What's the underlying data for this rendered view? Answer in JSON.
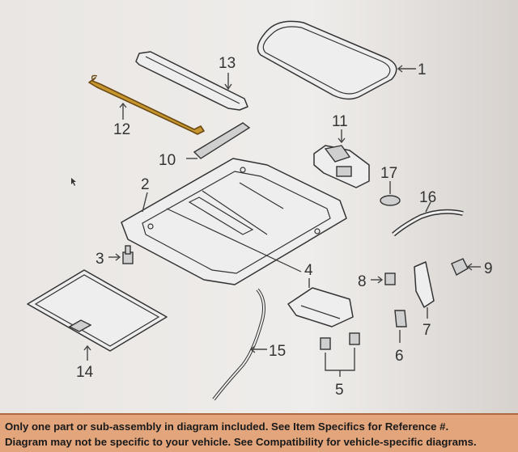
{
  "diagram": {
    "callouts": [
      {
        "id": "1",
        "label": "1"
      },
      {
        "id": "2",
        "label": "2"
      },
      {
        "id": "3",
        "label": "3"
      },
      {
        "id": "4",
        "label": "4"
      },
      {
        "id": "5",
        "label": "5"
      },
      {
        "id": "6",
        "label": "6"
      },
      {
        "id": "7",
        "label": "7"
      },
      {
        "id": "8",
        "label": "8"
      },
      {
        "id": "9",
        "label": "9"
      },
      {
        "id": "10",
        "label": "10"
      },
      {
        "id": "11",
        "label": "11"
      },
      {
        "id": "12",
        "label": "12"
      },
      {
        "id": "13",
        "label": "13"
      },
      {
        "id": "14",
        "label": "14"
      },
      {
        "id": "15",
        "label": "15"
      },
      {
        "id": "16",
        "label": "16"
      },
      {
        "id": "17",
        "label": "17"
      }
    ],
    "highlight_color": "#c8962e"
  },
  "disclaimer": {
    "line1": "Only one part or sub-assembly in diagram included. See Item Specifics for Reference #.",
    "line2": "Diagram may not be specific to your vehicle. See Compatibility for vehicle-specific diagrams.",
    "background_color": "#e2a57c"
  }
}
